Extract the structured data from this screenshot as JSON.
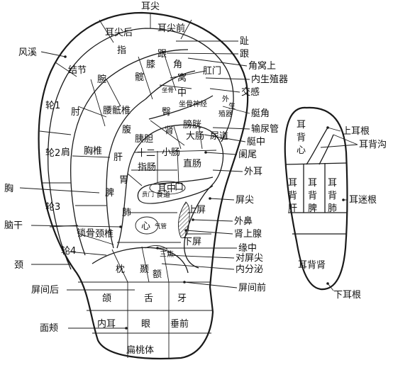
{
  "zones": {
    "er_jian": "耳尖",
    "er_jian_hou": "耳尖后",
    "er_jian_qian": "耳尖前",
    "zhi_finger": "指",
    "zhi_toe": "趾",
    "gen": "跟",
    "xi": "膝",
    "jiao_wo": "角",
    "wo": "窝",
    "kuan": "髋",
    "jie_jie": "结节",
    "wan": "腕",
    "gang_men": "肛门",
    "zuo_gu": "坐骨",
    "shen_jing": "坐骨神经",
    "zhong": "中",
    "tun": "臀",
    "wai": "外",
    "sheng": "生",
    "zhi_qi": "殖器",
    "lun1": "轮1",
    "zhou": "肘",
    "yao_di_zhui": "腰骶椎",
    "fu": "腹",
    "yi_dan": "胰胆",
    "shen": "肾",
    "pang_guang": "膀胱",
    "niao_dao": "尿道",
    "lun2": "轮2",
    "jian": "肩",
    "xiong_zhui": "胸椎",
    "gan": "肝",
    "shi_er": "十二",
    "zhi_chang": "指肠",
    "xiao_chang": "小肠",
    "da_chang": "大肠",
    "zhi_chang_rectum": "直肠",
    "wei": "胃",
    "er_zhong": "耳中",
    "pi": "脾",
    "pen_men": "贲门",
    "shi_dao": "食道",
    "kou": "口",
    "lun3": "轮3",
    "fei": "肺",
    "xin": "心",
    "qi_guan": "气管",
    "shang_ping": "上屏",
    "xia_ping": "下屏",
    "suo_gu": "锁骨",
    "jing_zhui": "颈椎",
    "lun4": "轮4",
    "san_jiao": "三焦",
    "zhen": "枕",
    "nie": "颞",
    "e": "额",
    "he": "颌",
    "she": "舌",
    "ya": "牙",
    "nei_er": "内耳",
    "yan": "眼",
    "chui_qian": "垂前",
    "bian_tao_ti": "扁桃体"
  },
  "back_zones": {
    "er_bei_xin": "耳背心",
    "er_bei_gan": "耳背肝",
    "er_bei_pi": "耳背脾",
    "er_bei_fei": "耳背肺",
    "er_bei_shen": "耳背肾"
  },
  "leaders_left": {
    "feng_xi": "风溪",
    "xiong": "胸",
    "nao_gan": "脑干",
    "jing": "颈",
    "ping_jian_hou": "屏间后",
    "mian_jia": "面颊"
  },
  "leaders_right": {
    "zhi": "趾",
    "gen": "跟",
    "jiao_wo_shang": "角窝上",
    "nei_sheng_zhi_qi": "内生殖器",
    "jiao_gan": "交感",
    "ting_jiao": "艇角",
    "shu_niao_guan": "输尿管",
    "ting_zhong": "艇中",
    "lan_wei": "阑尾",
    "wai_er": "外耳",
    "ping_jian": "屏尖",
    "wai_bi": "外鼻",
    "shen_shang_xian": "肾上腺",
    "yuan_zhong": "缘中",
    "dui_ping_jian": "对屏尖",
    "nei_fen_mi": "内分泌",
    "ping_jian_qian": "屏间前"
  },
  "back_leaders": {
    "shang_er_gen": "上耳根",
    "er_bei_gou": "耳背沟",
    "er_mi_gen": "耳迷根",
    "xia_er_gen": "下耳根"
  }
}
